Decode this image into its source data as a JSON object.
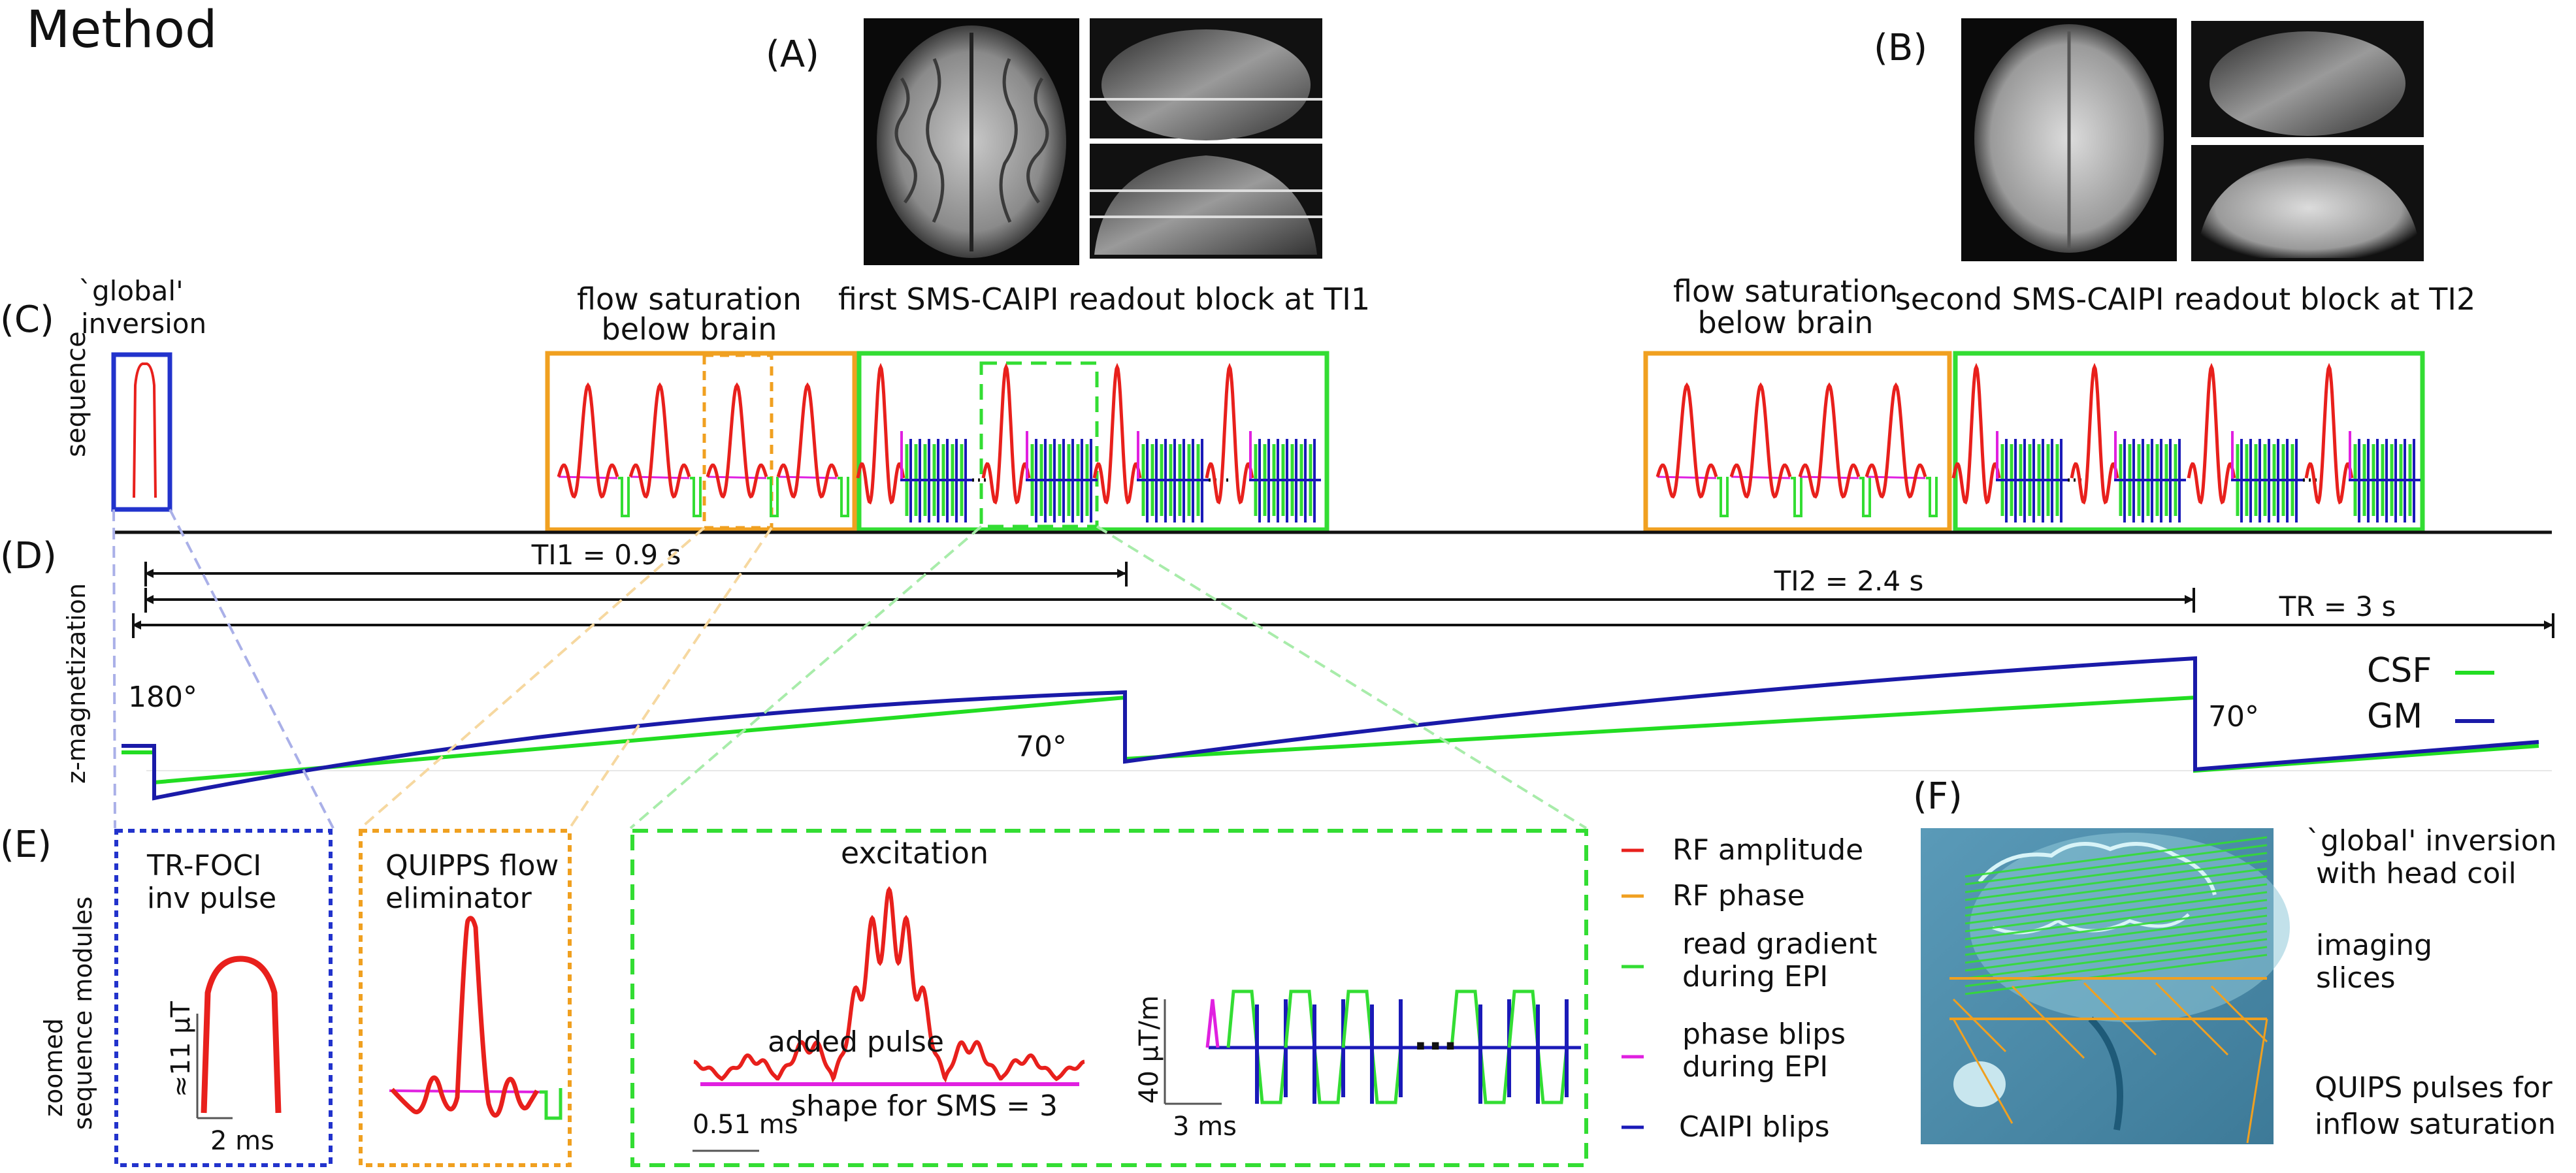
{
  "method_title": "Method",
  "panels": {
    "A": "(A)",
    "B": "(B)",
    "C": "(C)",
    "D": "(D)",
    "E": "(E)",
    "F": "(F)"
  },
  "section_c": {
    "row_label": "sequence",
    "global_inversion_label": [
      "`global'",
      "inversion"
    ],
    "flow_sat_1_label": [
      "flow saturation",
      "below brain"
    ],
    "readout_1_label": "first SMS-CAIPI readout block at TI1",
    "flow_sat_2_label": [
      "flow saturation",
      "below brain"
    ],
    "readout_2_label": "second SMS-CAIPI readout block at TI2"
  },
  "section_d": {
    "row_label": "z-magnetization",
    "ti1": "TI1 = 0.9 s",
    "ti2": "TI2 = 2.4 s",
    "tr": "TR = 3 s",
    "flip_180": "180°",
    "flip_70a": "70°",
    "flip_70b": "70°",
    "legend": [
      {
        "name": "CSF",
        "color": "#22dd22"
      },
      {
        "name": "GM",
        "color": "#1a1aa8"
      }
    ]
  },
  "section_e": {
    "row_label": [
      "zoomed",
      "sequence modules"
    ],
    "trfoci_title": [
      "TR-FOCI",
      "inv pulse"
    ],
    "trfoci_yscale": "≈11 µT",
    "trfoci_xscale": "2 ms",
    "quipps_title": [
      "QUIPPS flow",
      "eliminator"
    ],
    "excitation_label": "excitation",
    "added_pulse_label": [
      "added pulse",
      "shape for SMS = 3"
    ],
    "excitation_xscale": "0.51 ms",
    "epi_yscale": "40 µT/m",
    "epi_xscale": "3 ms",
    "legend": [
      {
        "label": [
          "RF amplitude"
        ],
        "color": "#e8201c"
      },
      {
        "label": [
          "RF phase"
        ],
        "color": "#f0a020"
      },
      {
        "label": [
          "read gradient",
          "during EPI"
        ],
        "color": "#33dd33"
      },
      {
        "label": [
          "phase blips",
          "during EPI"
        ],
        "color": "#e020e0"
      },
      {
        "label": [
          "CAIPI blips"
        ],
        "color": "#1a1ab8"
      }
    ]
  },
  "section_f": {
    "inversion_label": [
      "`global' inversion",
      "with head coil"
    ],
    "imaging_label": [
      "imaging",
      "slices"
    ],
    "quips_label": [
      "QUIPS pulses for",
      "inflow saturation"
    ]
  },
  "colors": {
    "rf": "#e8201c",
    "read": "#33dd33",
    "phase": "#e020e0",
    "caipi": "#1a1ab8",
    "inv_box": "#2233cc",
    "sat_box": "#f0a020",
    "readout_box": "#33dd33"
  }
}
